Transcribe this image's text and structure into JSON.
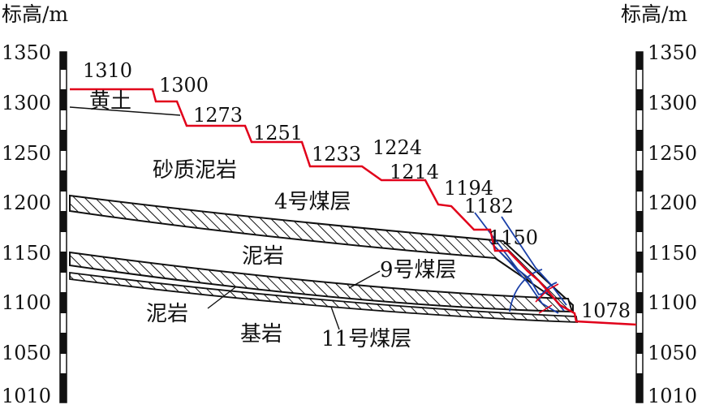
{
  "axis": {
    "title_left": "标高/m",
    "title_right": "标高/m",
    "ticks": [
      "1350",
      "1300",
      "1250",
      "1200",
      "1150",
      "1100",
      "1050",
      "1010"
    ]
  },
  "elevations": [
    "1310",
    "1300",
    "1273",
    "1251",
    "1233",
    "1224",
    "1214",
    "1194",
    "1182",
    "1150",
    "1078"
  ],
  "strata": {
    "loess": "黄土",
    "sandy_mudstone": "砂质泥岩",
    "coal_4": "4号煤层",
    "mudstone_mid": "泥岩",
    "coal_9": "9号煤层",
    "mudstone_low": "泥岩",
    "bedrock": "基岩",
    "coal_11": "11号煤层"
  },
  "colors": {
    "ground_line": "#e1001a",
    "failure_lines": "#1a3fa8",
    "ink": "#111111"
  }
}
